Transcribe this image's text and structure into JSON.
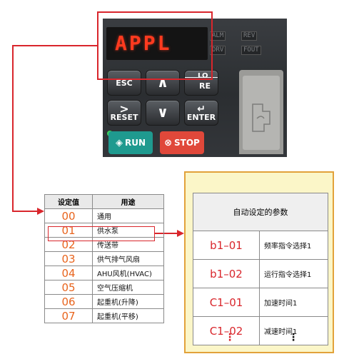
{
  "keypad": {
    "display_text": "APPL",
    "indicators": [
      "ALM",
      "REV",
      "DRV",
      "FOUT"
    ],
    "keys": {
      "esc": "ESC",
      "up": "∧",
      "lo_re_top": "LO",
      "lo_re_bottom": "RE",
      "reset": "RESET",
      "down": "∨",
      "enter": "ENTER",
      "run": "RUN",
      "stop": "STOP"
    }
  },
  "left_table": {
    "headers": [
      "设定值",
      "用途"
    ],
    "rows": [
      {
        "value": "00",
        "use": "通用"
      },
      {
        "value": "01",
        "use": "供水泵"
      },
      {
        "value": "02",
        "use": "传送带"
      },
      {
        "value": "03",
        "use": "供气排气风扇"
      },
      {
        "value": "04",
        "use": "AHU风机(HVAC)"
      },
      {
        "value": "05",
        "use": "空气压缩机"
      },
      {
        "value": "06",
        "use": "起重机(升降)"
      },
      {
        "value": "07",
        "use": "起重机(平移)"
      }
    ]
  },
  "right_table": {
    "header": "自动设定的参数",
    "rows": [
      {
        "param": "b1–01",
        "desc": "频率指令选择1"
      },
      {
        "param": "b1–02",
        "desc": "运行指令选择1"
      },
      {
        "param": "C1–01",
        "desc": "加速时间1"
      },
      {
        "param": "C1–02",
        "desc": "减速时间1"
      }
    ],
    "continuation": "⋮"
  },
  "colors": {
    "highlight": "#d9262c",
    "value_orange": "#e8641d",
    "panel_fill": "#fbf6c8",
    "panel_border": "#e2a23a",
    "run_key": "#1f9a8f",
    "stop_key": "#e0483a"
  }
}
